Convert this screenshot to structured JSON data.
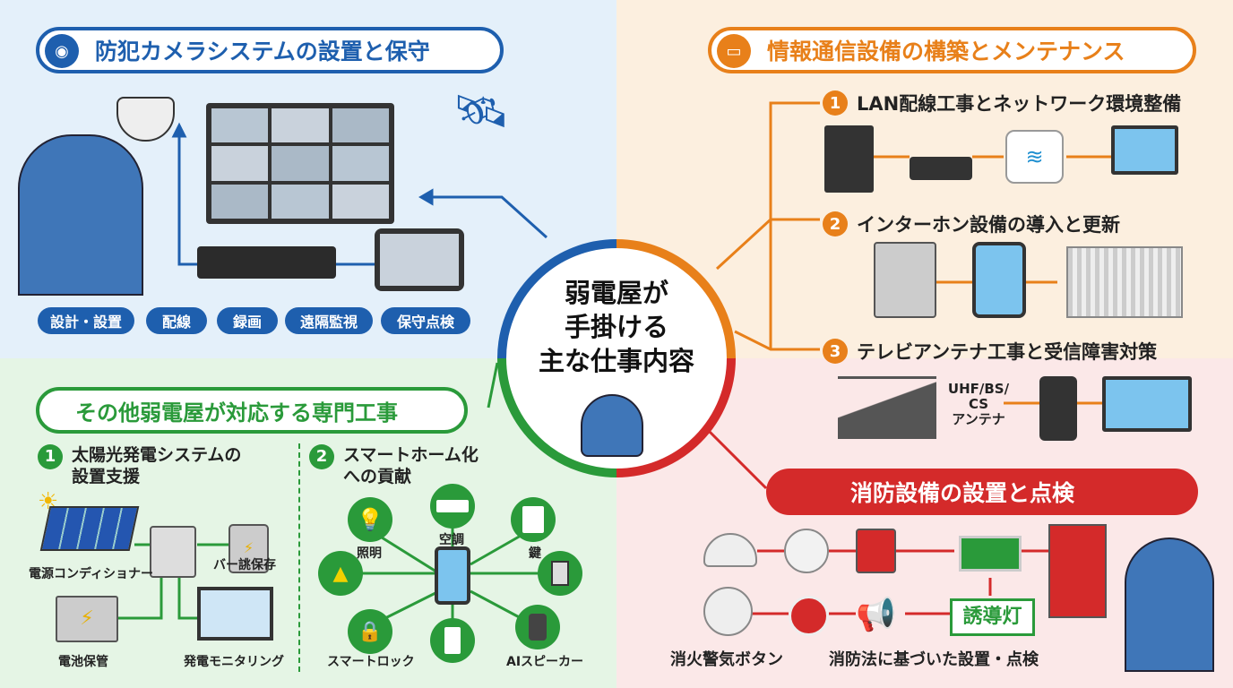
{
  "center": {
    "lines": [
      "弱電屋が",
      "手掛ける",
      "主な仕事内容"
    ]
  },
  "colors": {
    "blue": "#1e5fae",
    "orange": "#e8801a",
    "green": "#2a9a3a",
    "red": "#d42a2a"
  },
  "security": {
    "title": "防犯カメラシステムの設置と保守",
    "icon": "cctv-camera-icon",
    "tags": [
      "設計・設置",
      "配線",
      "録画",
      "遠隔監視",
      "保守点検"
    ]
  },
  "network": {
    "title": "情報通信設備の構築とメンテナンス",
    "icon": "monitor-icon",
    "items": [
      {
        "num": "1",
        "label": "LAN配線工事とネットワーク環境整備"
      },
      {
        "num": "2",
        "label": "インターホン設備の導入と更新"
      },
      {
        "num": "3",
        "label": "テレビアンテナ工事と受信障害対策"
      }
    ],
    "antenna_label": [
      "UHF/BS/",
      "CS",
      "アンテナ"
    ]
  },
  "other": {
    "title": "その他弱電屋が対応する専門工事",
    "solar": {
      "num": "1",
      "title": [
        "太陽光発電システムの",
        "設置支援"
      ],
      "labels": {
        "conditioner": "電源コンディショナー",
        "battery_store": "バー誂保存",
        "battery": "電池保管",
        "monitoring": "発電モニタリング"
      }
    },
    "smarthome": {
      "num": "2",
      "title": [
        "スマートホーム化",
        "への貢献"
      ],
      "labels": {
        "light": "照明",
        "aircon": "空調",
        "key": "鍵",
        "lock": "スマートロック",
        "speaker": "AIスピーカー"
      }
    }
  },
  "fire": {
    "title": "消防設備の設置と点検",
    "labels": {
      "button": "消火警気ボタン",
      "law": "消防法に基づいた設置・点検"
    },
    "exit_sign": "誘導灯"
  }
}
